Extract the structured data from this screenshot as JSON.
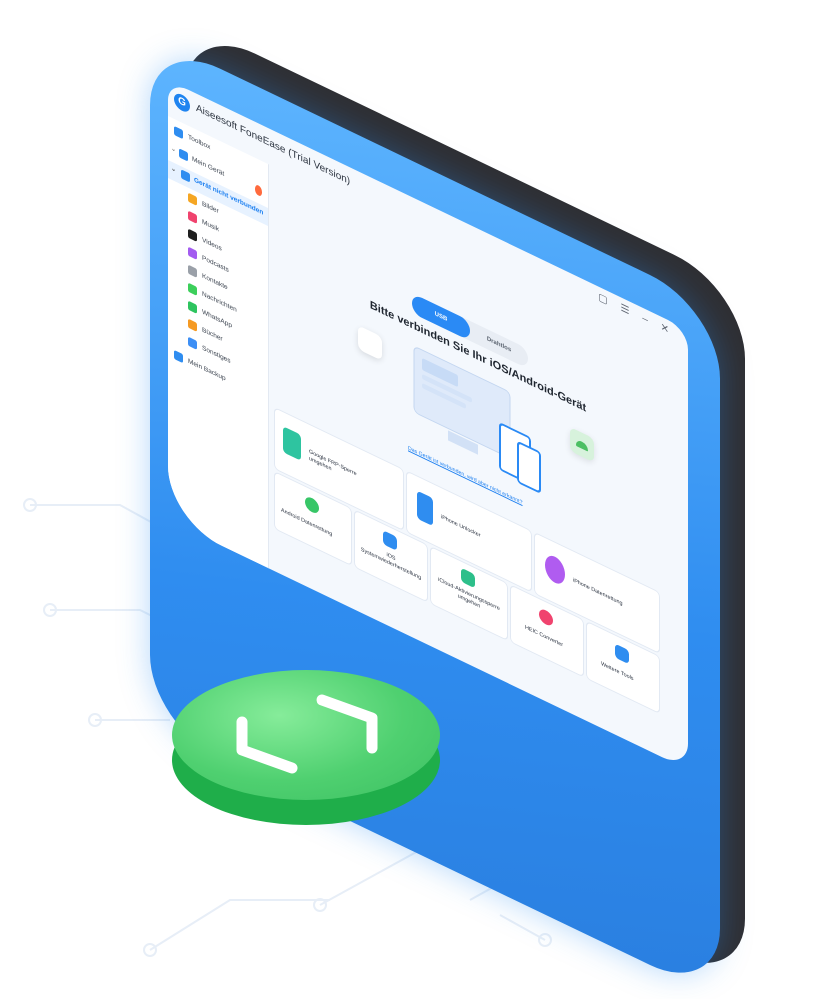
{
  "window": {
    "title": "Aiseesoft FoneEase (Trial Version)",
    "logo_glyph": "G",
    "controls": [
      "feedback-icon",
      "menu-icon",
      "minimize-icon",
      "close-icon"
    ],
    "controls_glyphs": "▢ ☰ – ✕"
  },
  "sidebar": {
    "items": [
      {
        "label": "Toolbox",
        "icon": "home-icon",
        "color": "#2f8df0"
      },
      {
        "label": "Mein Gerät",
        "icon": "device-icon",
        "color": "#2f8df0"
      },
      {
        "label": "Gerät nicht verbunden",
        "icon": "phone-icon",
        "color": "#2f8df0"
      },
      {
        "label": "Bilder",
        "icon": "photos-icon",
        "color": "#f5a623"
      },
      {
        "label": "Musik",
        "icon": "music-icon",
        "color": "#f0436e"
      },
      {
        "label": "Videos",
        "icon": "tv-icon",
        "color": "#1f1f1f"
      },
      {
        "label": "Podcasts",
        "icon": "podcast-icon",
        "color": "#a35cf0"
      },
      {
        "label": "Kontakte",
        "icon": "contacts-icon",
        "color": "#9aa0a8"
      },
      {
        "label": "Nachrichten",
        "icon": "messages-icon",
        "color": "#3ccf5b"
      },
      {
        "label": "WhatsApp",
        "icon": "whatsapp-icon",
        "color": "#2ec45f"
      },
      {
        "label": "Bücher",
        "icon": "books-icon",
        "color": "#f59a23"
      },
      {
        "label": "Sonstiges",
        "icon": "other-icon",
        "color": "#3d8ff5"
      },
      {
        "label": "Mein Backup",
        "icon": "backup-icon",
        "color": "#2f8df0"
      }
    ]
  },
  "connect": {
    "tabs": [
      "USB",
      "Drahtlos"
    ],
    "headline": "Bitte verbinden Sie Ihr iOS/Android-Gerät",
    "help_link": "Das Gerät ist verbunden, wird aber nicht erkannt?"
  },
  "tools": [
    {
      "label": "Google FRP-Sperre umgehen",
      "icon": "google-frp-icon",
      "color": "#2ec4a0"
    },
    {
      "label": "Android Datenrettung",
      "icon": "android-recovery-icon",
      "color": "#37c667"
    },
    {
      "label": "iPhone Unlocker",
      "icon": "iphone-unlock-icon",
      "color": "#2f8df0"
    },
    {
      "label": "iOS Systemwiederherstellung",
      "icon": "wrench-icon",
      "color": "#2f8df0"
    },
    {
      "label": "iCloud-Aktivierungssperre umgehen",
      "icon": "icloud-lock-icon",
      "color": "#2dbf8a"
    },
    {
      "label": "iPhone Datenrettung",
      "icon": "iphone-recovery-icon",
      "color": "#b05cf0"
    },
    {
      "label": "HEIC Converter",
      "icon": "heic-icon",
      "color": "#f0436e"
    },
    {
      "label": "Weitere Tools",
      "icon": "more-tools-icon",
      "color": "#2f8df0"
    }
  ]
}
